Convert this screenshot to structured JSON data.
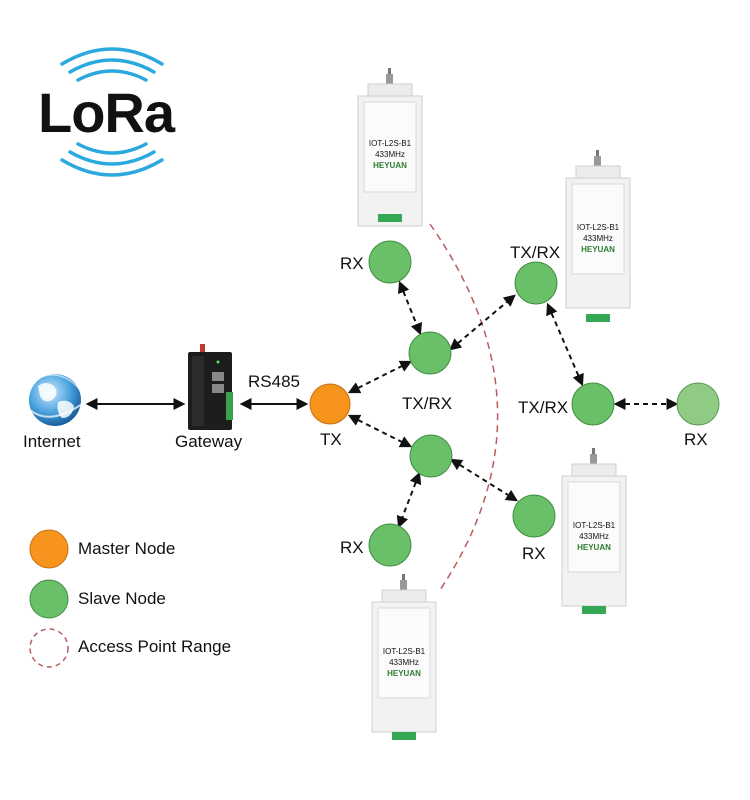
{
  "logo": {
    "text": "LoRa"
  },
  "labels": {
    "internet": "Internet",
    "gateway": "Gateway",
    "rs485": "RS485",
    "tx": "TX",
    "txrx_center": "TX/RX",
    "txrx_top_right": "TX/RX",
    "txrx_right": "TX/RX",
    "rx_top_left": "RX",
    "rx_bottom_left": "RX",
    "rx_bottom_right": "RX",
    "rx_far_right": "RX"
  },
  "device": {
    "model": "IOT-L2S-B1",
    "frequency": "433MHz",
    "brand": "HEYUAN"
  },
  "legend": {
    "master": "Master Node",
    "slave": "Slave Node",
    "range": "Access Point Range"
  },
  "colors": {
    "master": "#f7941d",
    "slave": "#6abf69",
    "range": "#b85c5c",
    "logo_waves": "#2aa8e0"
  }
}
